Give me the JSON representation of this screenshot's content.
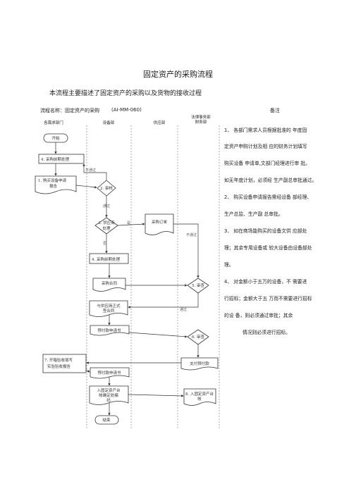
{
  "title": "固定资产的采购流程",
  "subtitle": "本流程主要描述了固定资产的采购以及货物的接收过程",
  "process": {
    "name_label": "流程名称：固定资产的采购",
    "code": "(AI-MM-060)",
    "notes_header": "备注"
  },
  "lanes": [
    "各需求部门",
    "设备部",
    "供应部",
    "法律事务部\n财务部"
  ],
  "flow": {
    "start": "开始",
    "n4": "4. 采购前期处理",
    "n1a": "1. 购买设备申请",
    "n1b": "报告",
    "n2": "2. 审核",
    "n3a": "3. 供应商",
    "n3b": "处理",
    "po": "采购订单",
    "n4b": "4. 采购前期处理",
    "contract": "采购合同",
    "n5": "5. 审查",
    "formal_a": "与供应商正式",
    "formal_b": "签合同",
    "prepay_req": "预付款申请书",
    "n6": "6. 审查",
    "pay_prepay": "支付预付款",
    "n7a": "7. 开箱验收填写",
    "n7b": "实验验收报告",
    "prepay_req2": "预付款申请书",
    "acc_a": "入固定资产台",
    "acc_b": "帐确定处编",
    "acc_c": "码",
    "n8a": "8. 入固定资产台",
    "n8b": "帐",
    "end": "结束",
    "lbl_notpass1": "不通过",
    "lbl_pass1": "通过",
    "lbl_yes": "是",
    "lbl_no": "否",
    "lbl_notpass2": "不通过",
    "lbl_pass2": "通过"
  },
  "notes": [
    "1、 各部门需求人员根据批准的  年度固",
    "定资产申购计划及相  应的财务计划填写",
    "购买设备  申请单,文部门经理进行审  批。",
    "如无年度计划，必须经  生产副总审批通过。",
    "2、 购买设备申请报告需经设备  部经理、",
    "生产总监、生产副  总审批。",
    "3、  如在商场能购买的设备文供  应部处",
    "理；其余专用设备或  较大设备由设备部处",
    "理。",
    "4、  对金额小于五万的设备，不  需要进",
    "行招标；金额大于五  万而不需要进行招标",
    "的设  备，则必须通过审批；其余",
    "情况则必须进行招标。"
  ]
}
